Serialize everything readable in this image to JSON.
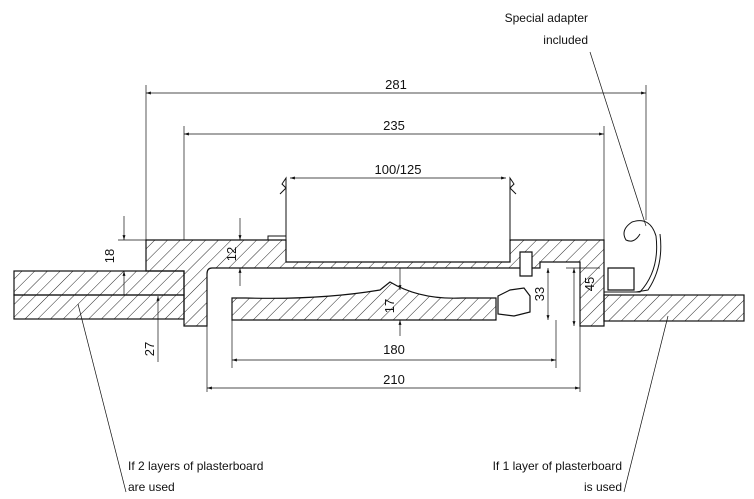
{
  "callouts": {
    "adapter_line1": "Special adapter",
    "adapter_line2": "included",
    "two_layers_line1": "If 2 layers of plasterboard",
    "two_layers_line2": "are used",
    "one_layer_line1": "If 1 layer of plasterboard",
    "one_layer_line2": "is used"
  },
  "dimensions": {
    "overall_width": "281",
    "flange_width": "235",
    "duct_diameter": "100/125",
    "inner_width": "180",
    "body_width": "210",
    "flange_thickness": "18",
    "board_thickness": "27",
    "gap_12": "12",
    "depth_17": "17",
    "depth_33": "33",
    "depth_45": "45"
  }
}
